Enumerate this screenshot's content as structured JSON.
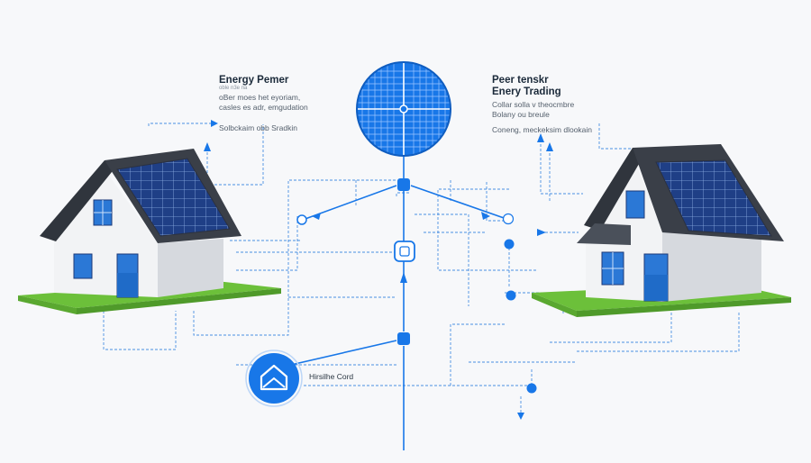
{
  "left_panel": {
    "title": "Energy Pemer",
    "subtitle": "oble n3e na",
    "lines": [
      "oBer moes het eyoriam,",
      "casles es adr, emgudation"
    ],
    "footer": "Solbckaim obb Sradkin"
  },
  "right_panel": {
    "title_line1": "Peer tenskr",
    "title_line2": "Enery Trading",
    "lines": [
      "Collar solla v theocmbre",
      "Bolany ou breule"
    ],
    "footer": "Coneng, meckeksim dlookain"
  },
  "badge": {
    "label": "Hirsilhe Cord",
    "icon": "house-icon"
  },
  "colors": {
    "accent": "#1877e8",
    "line": "#4a90e2",
    "roof": "#3a3f48",
    "panel": "#1d3a78",
    "wall": "#f2f3f5",
    "lawn": "#6cc03a"
  }
}
